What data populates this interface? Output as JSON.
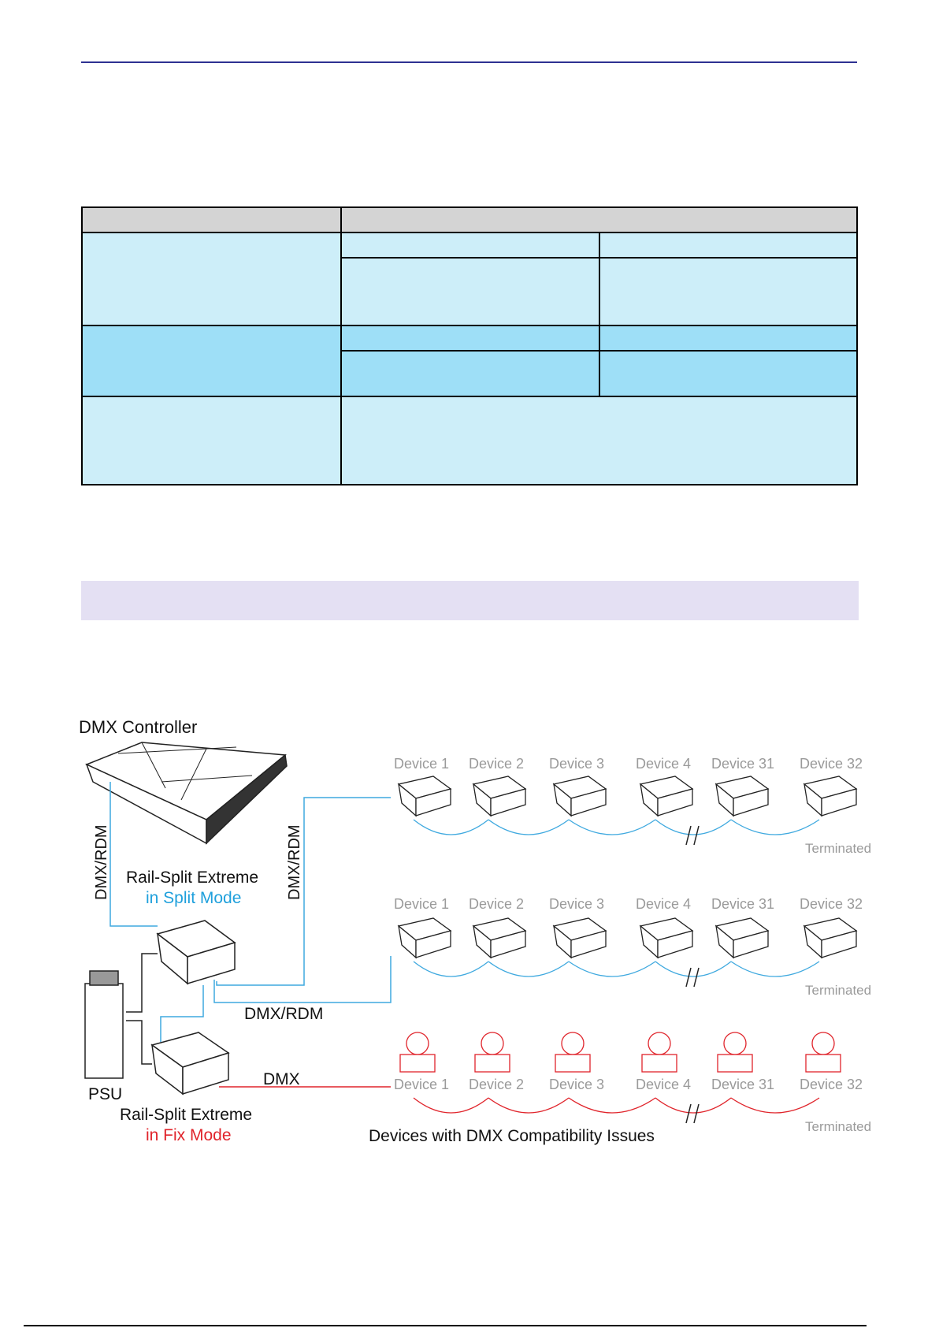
{
  "diagram": {
    "controller_label": "DMX Controller",
    "link_label_vertical": "DMX/RDM",
    "link_label_vertical_2": "DMX/RDM",
    "link_label_horizontal": "DMX/RDM",
    "dmx_label": "DMX",
    "psu_label": "PSU",
    "split_unit": {
      "name": "Rail-Split Extreme",
      "mode": "in Split Mode"
    },
    "fix_unit": {
      "name": "Rail-Split Extreme",
      "mode": "in Fix Mode"
    },
    "rows": [
      {
        "devices": [
          "Device 1",
          "Device 2",
          "Device 3",
          "Device 4",
          "Device 31",
          "Device 32"
        ],
        "end_label": "Terminated"
      },
      {
        "devices": [
          "Device 1",
          "Device 2",
          "Device 3",
          "Device 4",
          "Device 31",
          "Device 32"
        ],
        "end_label": "Terminated"
      },
      {
        "devices": [
          "Device 1",
          "Device 2",
          "Device 3",
          "Device 4",
          "Device 31",
          "Device 32"
        ],
        "end_label": "Terminated"
      }
    ],
    "compat_caption": "Devices with DMX Compatibility Issues",
    "colors": {
      "split": "#1fa0dc",
      "fix": "#e0242b",
      "device_text": "#9a9a9a",
      "line": "#3fa9df"
    }
  }
}
